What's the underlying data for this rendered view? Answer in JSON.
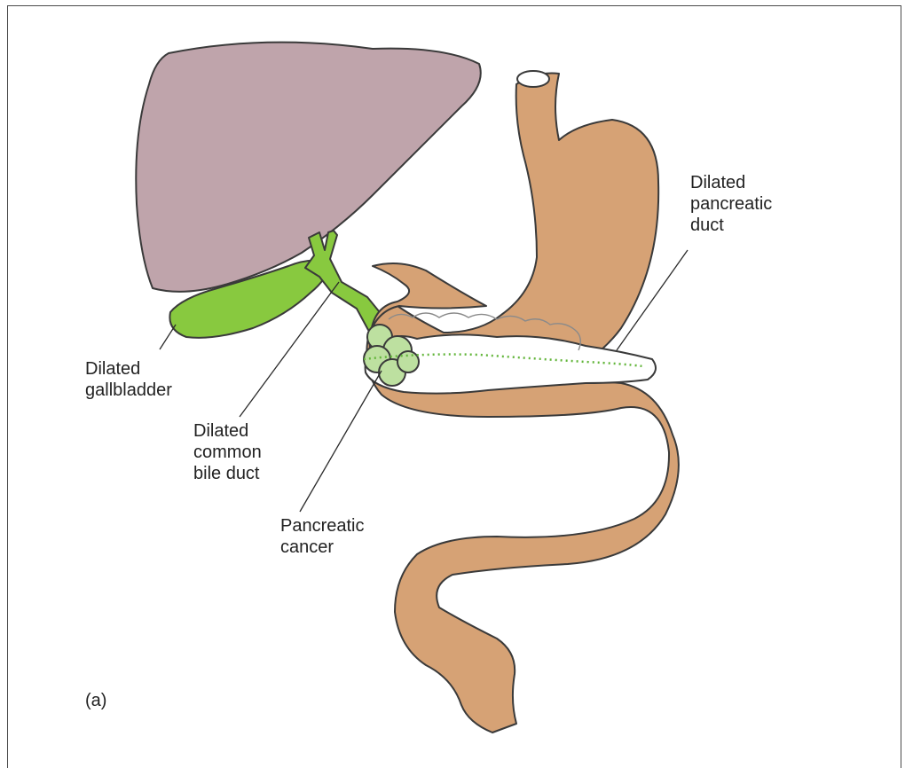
{
  "figure": {
    "panel_label": "(a)",
    "labels": {
      "gallbladder": "Dilated\ngallbladder",
      "common_bile_duct": "Dilated\ncommon\nbile duct",
      "pancreatic_cancer": "Pancreatic\ncancer",
      "pancreatic_duct": "Dilated\npancreatic\nduct"
    }
  },
  "colors": {
    "liver": "#bfa4ab",
    "stomach_duodenum": "#d6a275",
    "biliary": "#88c93f",
    "pancreas": "#ffffff",
    "tumour": "#bde0a0",
    "pancreatic_duct": "#62b53a",
    "outline": "#3a3a3a"
  }
}
